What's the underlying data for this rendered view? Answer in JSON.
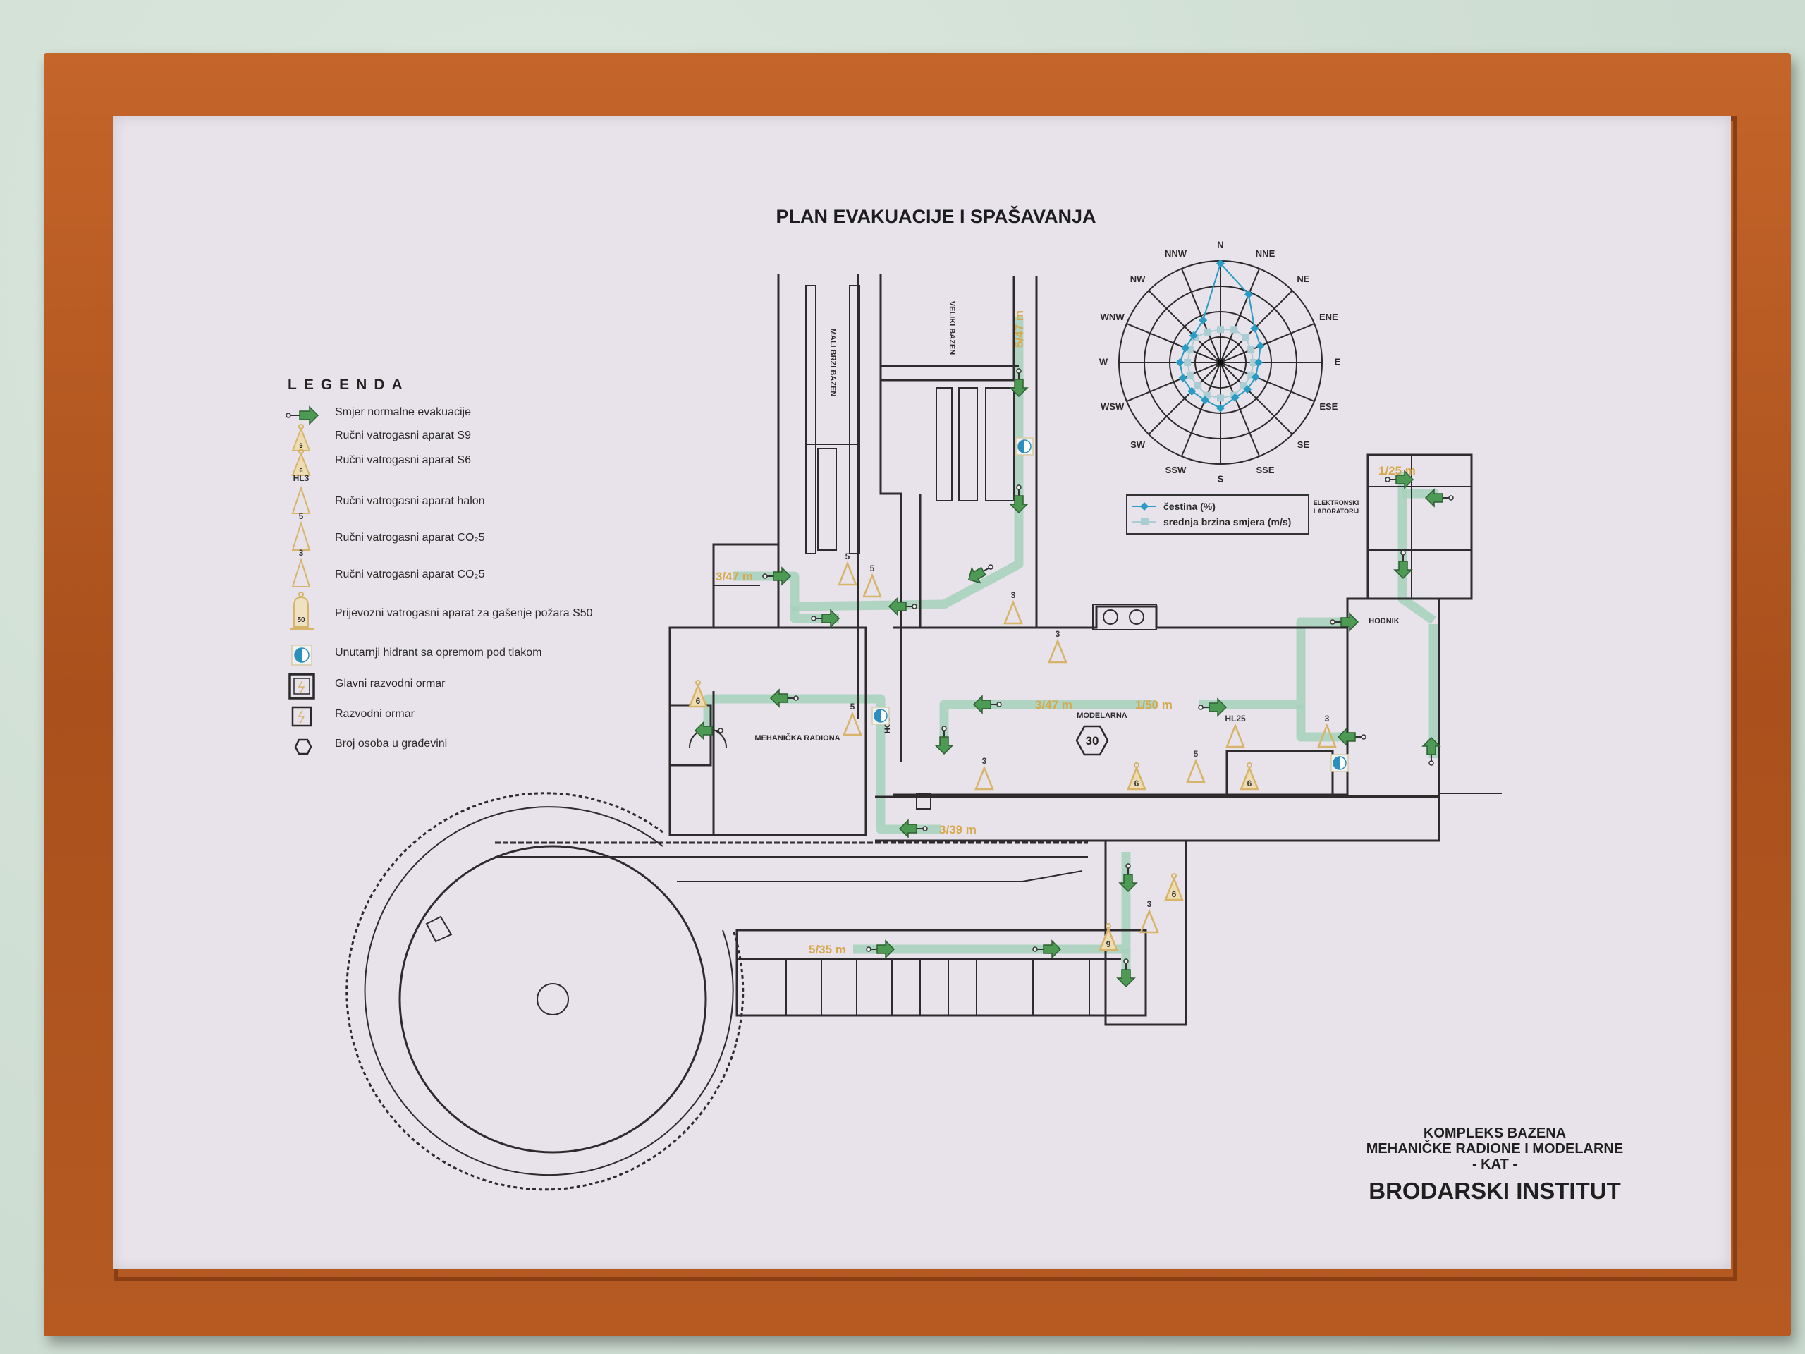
{
  "title": "PLAN EVAKUACIJE I SPAŠAVANJA",
  "legend": {
    "heading": "LEGENDA",
    "items": [
      {
        "icon": "evacuation-arrow-icon",
        "label": "Smjer normalne evakuacije"
      },
      {
        "icon": "extinguisher-s9-icon",
        "label": "Ručni vatrogasni aparat S9",
        "mark": "9"
      },
      {
        "icon": "extinguisher-s6-icon",
        "label": "Ručni vatrogasni aparat S6",
        "mark": "6"
      },
      {
        "icon": "extinguisher-halon-icon",
        "label": "Ručni vatrogasni aparat halon",
        "mark": "HL3"
      },
      {
        "icon": "extinguisher-co2-icon",
        "label": "Ručni vatrogasni aparat CO₂5",
        "mark": "5"
      },
      {
        "icon": "extinguisher-co2-icon",
        "label": "Ručni vatrogasni aparat CO₂5",
        "mark": "3"
      },
      {
        "icon": "mobile-extinguisher-icon",
        "label": "Prijevozni vatrogasni aparat za gašenje požara S50",
        "mark": "50"
      },
      {
        "icon": "hydrant-icon",
        "label": "Unutarnji hidrant sa opremom pod tlakom"
      },
      {
        "icon": "main-switchboard-icon",
        "label": "Glavni razvodni ormar"
      },
      {
        "icon": "switchboard-icon",
        "label": "Razvodni ormar"
      },
      {
        "icon": "hexagon-icon",
        "label": "Broj osoba u građevini"
      }
    ]
  },
  "wind_rose": {
    "directions": [
      "N",
      "NNE",
      "NE",
      "ENE",
      "E",
      "ESE",
      "SE",
      "SSE",
      "S",
      "SSW",
      "SW",
      "WSW",
      "W",
      "WNW",
      "NW",
      "NNW"
    ],
    "rings": 4,
    "series": [
      {
        "name": "čestina (%)",
        "color": "#2a9cc4",
        "values": [
          3.9,
          2.9,
          1.9,
          1.7,
          1.5,
          1.5,
          1.5,
          1.5,
          1.8,
          1.6,
          1.6,
          1.6,
          1.6,
          1.5,
          1.5,
          1.8
        ]
      },
      {
        "name": "srednja brzina smjera (m/s)",
        "color": "#a9cdd3",
        "values": [
          1.3,
          1.4,
          1.4,
          1.3,
          1.3,
          1.3,
          1.3,
          1.4,
          1.4,
          1.4,
          1.3,
          1.3,
          1.3,
          1.3,
          1.4,
          1.3
        ]
      }
    ]
  },
  "plan": {
    "rooms": {
      "small_pool": "MALI BRZI BAZEN",
      "big_pool": "VELIKI BAZEN",
      "workshop": "MEHANIČKA RADIONA",
      "model_shop": "MODELARNA",
      "corridor": "HODNIK",
      "lab_line1": "ELEKTRONSKI",
      "lab_line2": "LABORATORIJ",
      "hod": "HOD"
    },
    "occupants": "30",
    "distances": [
      "3/47 m",
      "5/47 m",
      "3/47 m",
      "1/50 m",
      "3/39 m",
      "5/35 m",
      "1/25 m"
    ],
    "extinguishers": [
      "5",
      "5",
      "3",
      "3",
      "6",
      "5",
      "3",
      "6",
      "5",
      "HL25",
      "6",
      "3",
      "6",
      "3",
      "9"
    ]
  },
  "title_block": {
    "line1": "KOMPLEKS BAZENA",
    "line2": "MEHANIČKE RADIONE I MODELARNE",
    "line3": "- KAT -",
    "line4": "BRODARSKI INSTITUT"
  },
  "colors": {
    "frame": "#b25a22",
    "paper": "#e8e3ea",
    "evacuation_path": "#a9d2bd",
    "arrow": "#3f8a4a",
    "extinguisher": "#d7b46a",
    "distance_text": "#d6a94e"
  }
}
